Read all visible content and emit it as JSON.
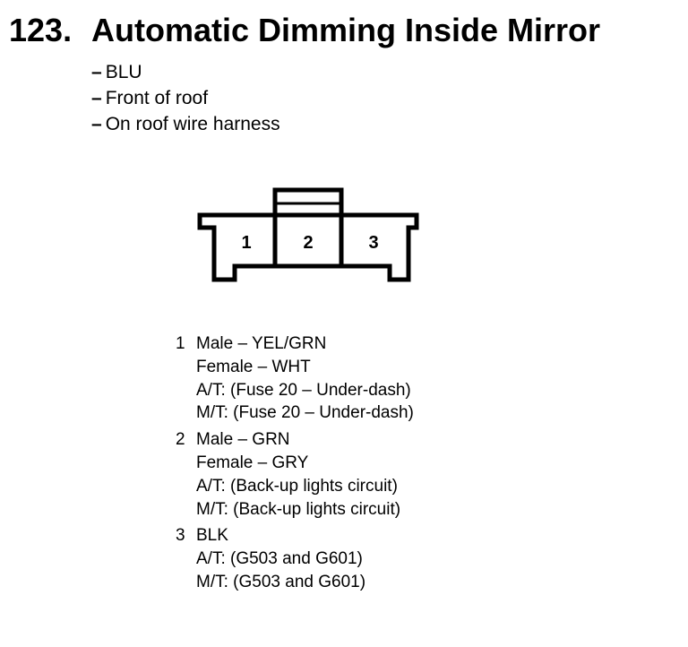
{
  "header": {
    "number": "123.",
    "title": "Automatic Dimming Inside Mirror"
  },
  "details": [
    {
      "dash": "–",
      "text": "BLU"
    },
    {
      "dash": "–",
      "text": "Front of roof"
    },
    {
      "dash": "–",
      "text": "On roof wire harness"
    }
  ],
  "connector": {
    "cavity_labels": [
      "1",
      "2",
      "3"
    ]
  },
  "pins": [
    {
      "number": "1",
      "lines": [
        "Male – YEL/GRN",
        "Female – WHT",
        "A/T: (Fuse 20 – Under-dash)",
        "M/T: (Fuse 20 – Under-dash)"
      ]
    },
    {
      "number": "2",
      "lines": [
        "Male – GRN",
        "Female – GRY",
        "A/T: (Back-up lights circuit)",
        "M/T: (Back-up lights circuit)"
      ]
    },
    {
      "number": "3",
      "lines": [
        "BLK",
        "A/T: (G503 and G601)",
        "M/T: (G503 and G601)"
      ]
    }
  ]
}
